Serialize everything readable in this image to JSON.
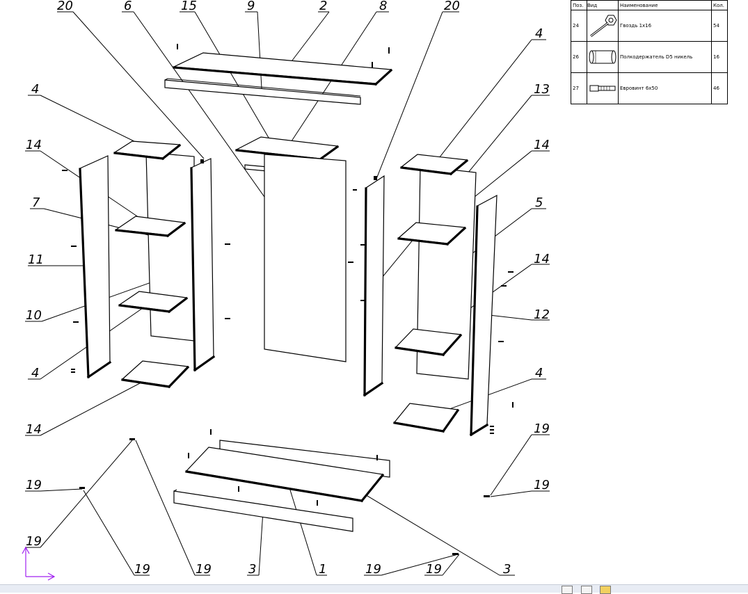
{
  "diagram": {
    "labels": [
      "20",
      "6",
      "15",
      "9",
      "2",
      "8",
      "20",
      "4",
      "4",
      "13",
      "14",
      "14",
      "7",
      "5",
      "11",
      "14",
      "10",
      "12",
      "4",
      "4",
      "14",
      "19",
      "19",
      "19",
      "19",
      "19",
      "19",
      "3",
      "1",
      "19",
      "3"
    ]
  },
  "spec_table": {
    "headers": {
      "pos": "Поз.",
      "view": "Вид",
      "name": "Наименование",
      "qty": "Кол."
    },
    "rows": [
      {
        "pos": "24",
        "name": "Гвоздь 1х16",
        "qty": "54",
        "icon": "nail-icon"
      },
      {
        "pos": "26",
        "name": "Полкодержатель D5 никель",
        "qty": "16",
        "icon": "shelf-holder-icon"
      },
      {
        "pos": "27",
        "name": "Евровинт 6х50",
        "qty": "46",
        "icon": "euroscrew-icon"
      }
    ]
  },
  "colors": {
    "axis": "#a020f0",
    "status_bar": "#e8ecf4"
  }
}
